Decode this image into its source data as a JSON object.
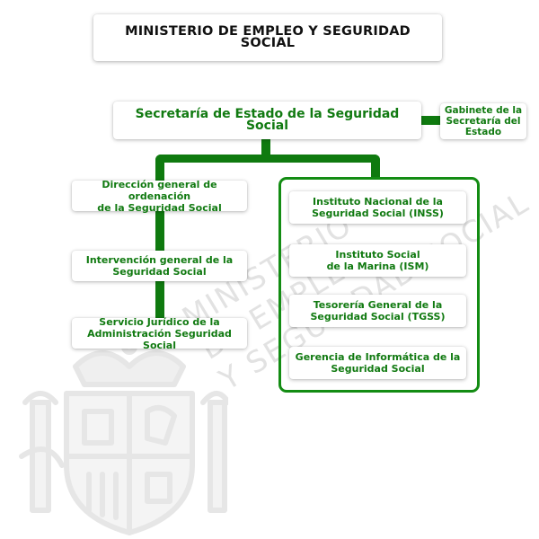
{
  "header": {
    "title": "MINISTERIO DE EMPLEO Y SEGURIDAD SOCIAL"
  },
  "org_chart": {
    "root": {
      "label": "Secretaría de Estado de la Seguridad Social"
    },
    "side": {
      "label": "Gabinete de la\nSecretaría del\nEstado"
    },
    "left_units": [
      {
        "label": "Dirección general de ordenación\nde la Seguridad Social"
      },
      {
        "label": "Intervención general de la\nSeguridad Social"
      },
      {
        "label": "Servicio Jurídico de la\nAdministración Seguridad Social"
      }
    ],
    "right_units": [
      {
        "label": "Instituto Nacional de la\nSeguridad Social (INSS)"
      },
      {
        "label": "Instituto Social\nde la Marina (ISM)"
      },
      {
        "label": "Tesorería General de la\nSeguridad Social (TGSS)"
      },
      {
        "label": "Gerencia de Informática de la\nSeguridad Social"
      }
    ]
  },
  "watermark": {
    "lines": [
      "MINISTERIO",
      "DE EMPLEO",
      "Y SEGURIDAD SOCIAL"
    ]
  },
  "colors": {
    "accent_green": "#117a11",
    "line_green": "#0f7a0f",
    "frame_green": "#138c13",
    "watermark_gray": "#e2e2e2"
  },
  "icons": {
    "emblem": "spanish-coat-of-arms-watermark"
  }
}
